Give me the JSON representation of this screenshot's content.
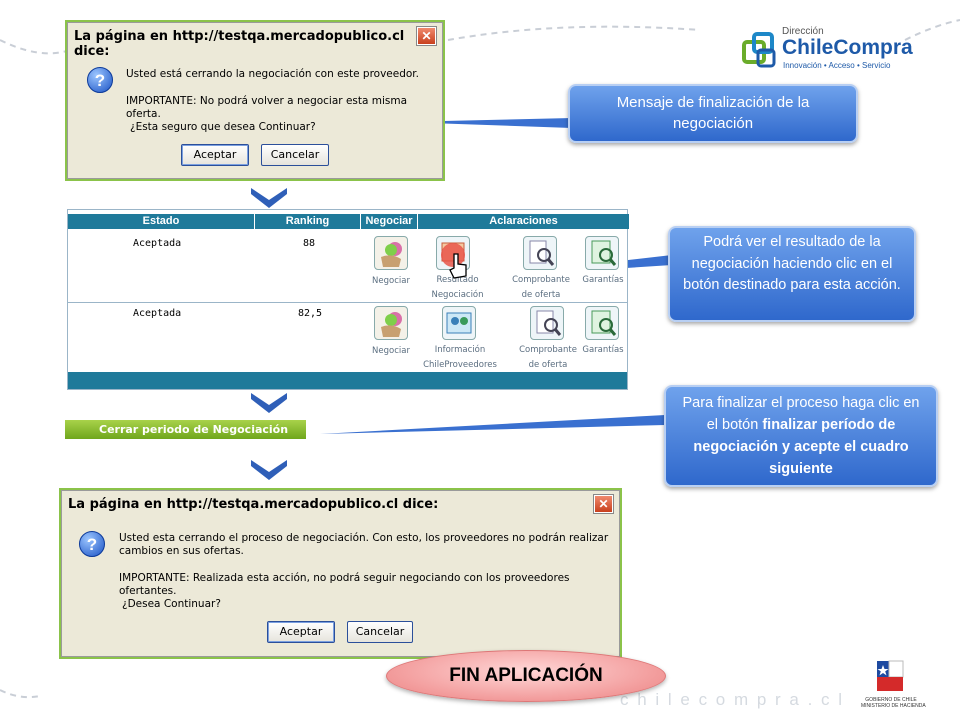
{
  "brand": {
    "line1": "Dirección",
    "line2": "ChileCompra",
    "tagline": "Innovación • Acceso • Servicio"
  },
  "footer": {
    "website": "c h i l e c o m p r a . c l",
    "gov_seal_text": "GOBIERNO DE CHILE\nMINISTERIO DE HACIENDA"
  },
  "dialog1": {
    "title": "La página en http://testqa.mercadopublico.cl dice:",
    "line1": "Usted está cerrando la negociación con este proveedor.",
    "line2": "IMPORTANTE: No podrá volver a negociar esta misma oferta.",
    "line3": "¿Esta seguro que desea Continuar?",
    "ok": "Aceptar",
    "cancel": "Cancelar"
  },
  "callout1": "Mensaje de finalización de la negociación",
  "table": {
    "headers": [
      "Estado",
      "Ranking",
      "Negociar",
      "Aclaraciones"
    ],
    "rows": [
      {
        "estado": "Aceptada",
        "ranking": "88",
        "negociar": "Negociar",
        "c1a": "Resultado",
        "c1b": "Negociación",
        "c2a": "Comprobante",
        "c2b": "de oferta",
        "c3": "Garantías"
      },
      {
        "estado": "Aceptada",
        "ranking": "82,5",
        "negociar": "Negociar",
        "c1a": "Información",
        "c1b": "ChileProveedores",
        "c2a": "Comprobante",
        "c2b": "de oferta",
        "c3": "Garantías"
      }
    ]
  },
  "callout2": "Podrá ver el resultado de la negociación haciendo clic en el botón destinado para esta acción.",
  "close_button": "Cerrar periodo de Negociación",
  "callout3": {
    "part1": "Para finalizar el proceso haga clic en el botón ",
    "bold1": "finalizar período de negociación y acepte el cuadro siguiente"
  },
  "dialog2": {
    "title": "La página en http://testqa.mercadopublico.cl dice:",
    "line1": "Usted esta cerrando el proceso de negociación. Con esto, los proveedores no podrán realizar",
    "line1b": "cambios en sus ofertas.",
    "line2": "IMPORTANTE: Realizada esta acción, no podrá seguir negociando con los proveedores ofertantes.",
    "line3": "¿Desea Continuar?",
    "ok": "Aceptar",
    "cancel": "Cancelar"
  },
  "fin": "FIN APLICACIÓN",
  "colors": {
    "accent": "#2f68cc",
    "header": "#1f7a9a",
    "green": "#6fa61c",
    "fin": "#f29a9a"
  }
}
